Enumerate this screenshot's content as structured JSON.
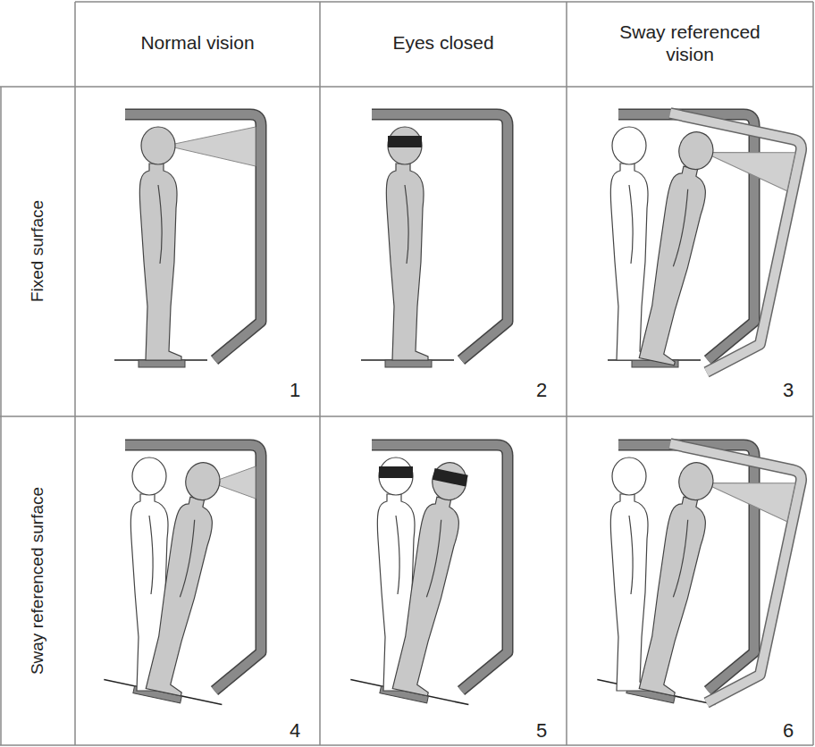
{
  "diagram": {
    "labels": [
      "Normal vision",
      "Eyes closed",
      "Sway referenced vision",
      "Fixed surface",
      "Sway referenced surface",
      "1",
      "2",
      "3",
      "4",
      "5",
      "6"
    ]
  }
}
